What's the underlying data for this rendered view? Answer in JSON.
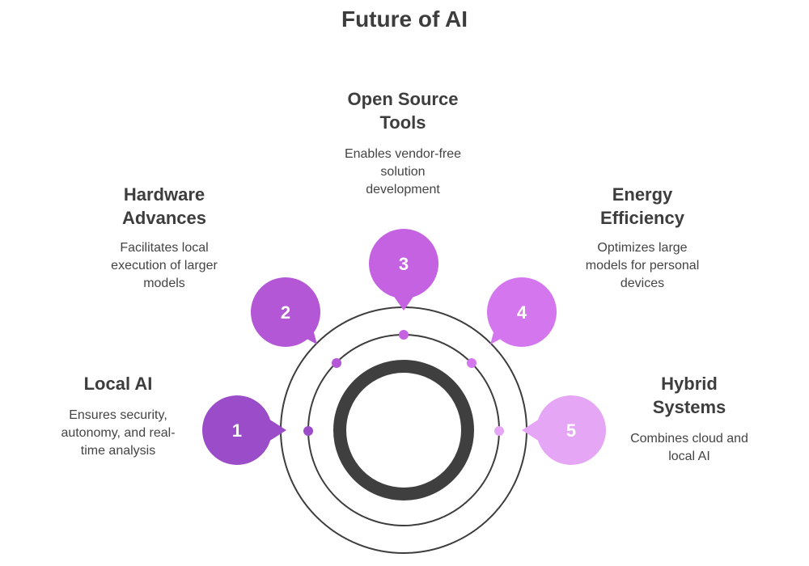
{
  "title": "Future of AI",
  "colors": {
    "ring": "#3d3d3d",
    "center_ring": "#3f3f3f",
    "node_1": "#9b4cc8",
    "node_2": "#b457d6",
    "node_3": "#c462e2",
    "node_4": "#d477ee",
    "node_5": "#e5a6f5"
  },
  "items": [
    {
      "number": "1",
      "heading": "Local AI",
      "description": "Ensures security,\nautonomy, and real-\ntime analysis"
    },
    {
      "number": "2",
      "heading": "Hardware\nAdvances",
      "description": "Facilitates local\nexecution of larger\nmodels"
    },
    {
      "number": "3",
      "heading": "Open Source\nTools",
      "description": "Enables vendor-free\nsolution\ndevelopment"
    },
    {
      "number": "4",
      "heading": "Energy\nEfficiency",
      "description": "Optimizes large\nmodels for personal\ndevices"
    },
    {
      "number": "5",
      "heading": "Hybrid\nSystems",
      "description": "Combines cloud and\nlocal AI"
    }
  ]
}
